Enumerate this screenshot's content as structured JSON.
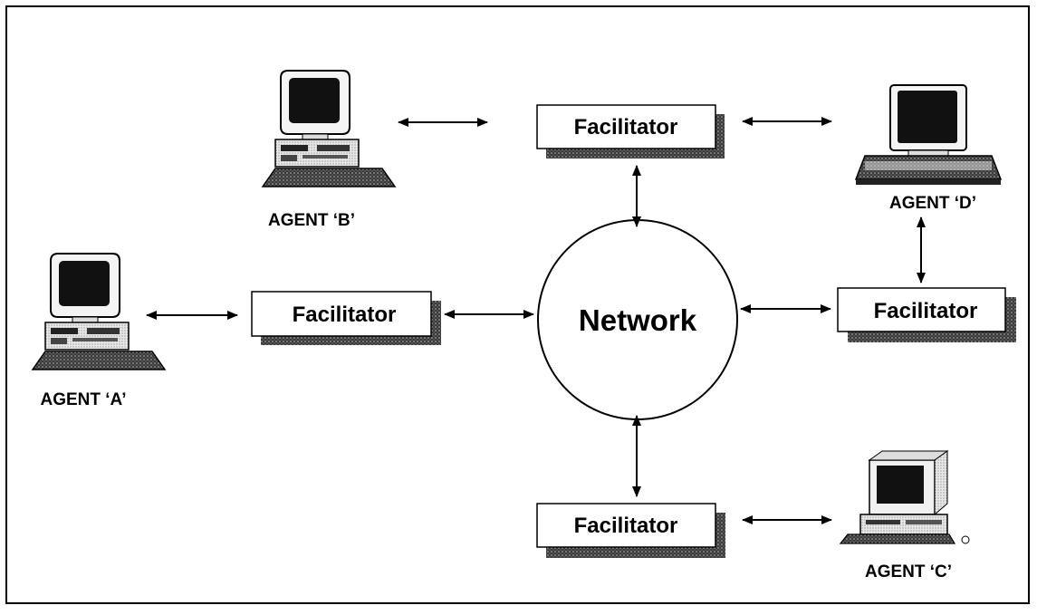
{
  "diagram": {
    "network": {
      "label": "Network"
    },
    "facilitators": {
      "top": {
        "label": "Facilitator"
      },
      "left": {
        "label": "Facilitator"
      },
      "right": {
        "label": "Facilitator"
      },
      "bottom": {
        "label": "Facilitator"
      }
    },
    "agents": {
      "a": {
        "label": "AGENT ‘A’"
      },
      "b": {
        "label": "AGENT ‘B’"
      },
      "c": {
        "label": "AGENT ‘C’"
      },
      "d": {
        "label": "AGENT ‘D’"
      }
    }
  }
}
